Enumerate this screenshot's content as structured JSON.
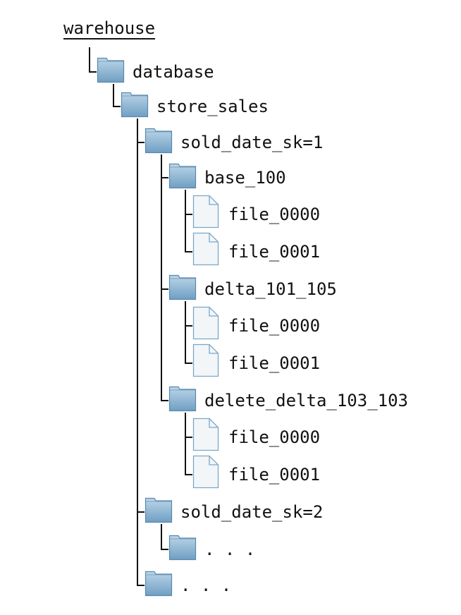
{
  "tree": {
    "root": "warehouse",
    "nodes": [
      {
        "label": "database",
        "icon": "folder-icon",
        "depth": 1
      },
      {
        "label": "store_sales",
        "icon": "folder-icon",
        "depth": 2
      },
      {
        "label": "sold_date_sk=1",
        "icon": "folder-icon",
        "depth": 3
      },
      {
        "label": "base_100",
        "icon": "folder-icon",
        "depth": 4
      },
      {
        "label": "file_0000",
        "icon": "file-icon",
        "depth": 5
      },
      {
        "label": "file_0001",
        "icon": "file-icon",
        "depth": 5
      },
      {
        "label": "delta_101_105",
        "icon": "folder-icon",
        "depth": 4
      },
      {
        "label": "file_0000",
        "icon": "file-icon",
        "depth": 5
      },
      {
        "label": "file_0001",
        "icon": "file-icon",
        "depth": 5
      },
      {
        "label": "delete_delta_103_103",
        "icon": "folder-icon",
        "depth": 4
      },
      {
        "label": "file_0000",
        "icon": "file-icon",
        "depth": 5
      },
      {
        "label": "file_0001",
        "icon": "file-icon",
        "depth": 5
      },
      {
        "label": "sold_date_sk=2",
        "icon": "folder-icon",
        "depth": 3
      },
      {
        "label": ". . .",
        "icon": "folder-icon",
        "depth": 4
      },
      {
        "label": ". . .",
        "icon": "folder-icon",
        "depth": 3
      }
    ]
  },
  "colors": {
    "folder_light": "#bcd6e8",
    "folder_dark": "#6f9fc3",
    "folder_stroke": "#5a88ad",
    "file_fill": "#f2f6f9",
    "file_stroke": "#7ea6c4",
    "connector": "#111111"
  }
}
